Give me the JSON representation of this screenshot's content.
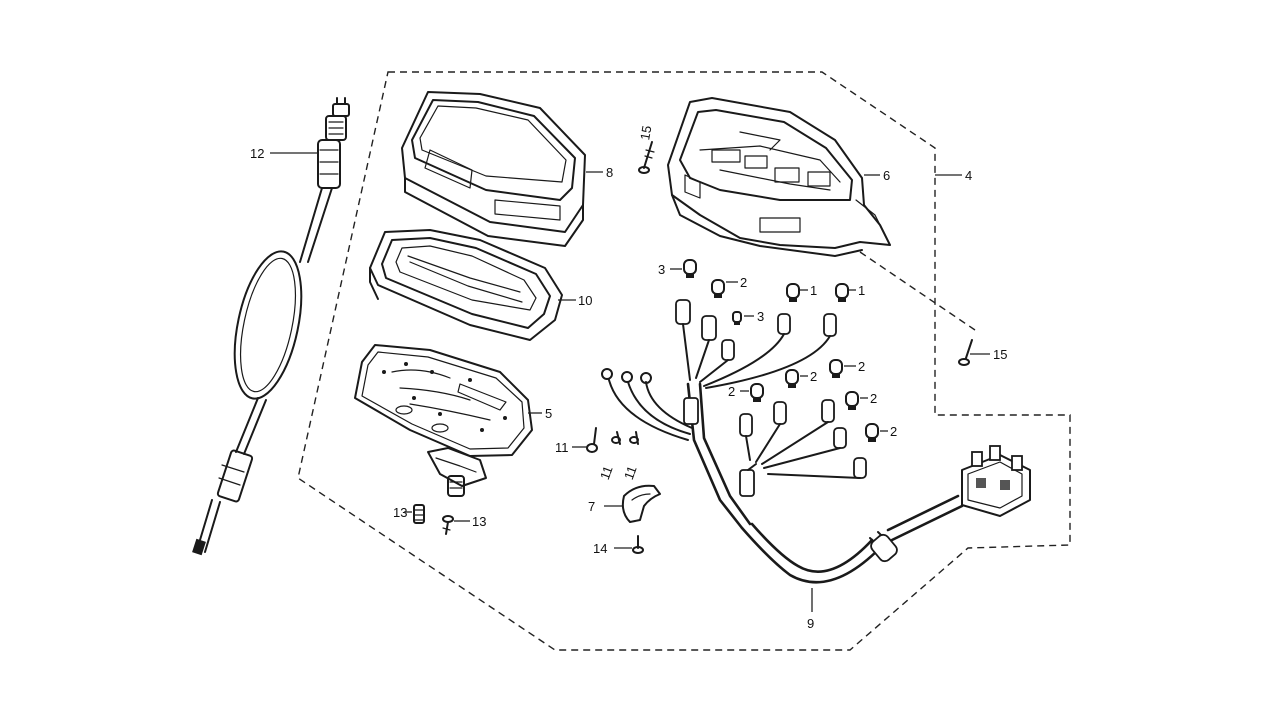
{
  "callouts": {
    "c1a": "1",
    "c1b": "1",
    "c2a": "2",
    "c2b": "2",
    "c2c": "2",
    "c2d": "2",
    "c2e": "2",
    "c2f": "2",
    "c3a": "3",
    "c3b": "3",
    "c4": "4",
    "c5": "5",
    "c6": "6",
    "c7": "7",
    "c8": "8",
    "c9": "9",
    "c10": "10",
    "c11a": "11",
    "c11b": "11",
    "c11c": "11",
    "c12": "12",
    "c13a": "13",
    "c13b": "13",
    "c14": "14",
    "c15a": "15",
    "c15b": "15"
  },
  "colors": {
    "ink": "#1a1a1a",
    "background": "#ffffff"
  }
}
